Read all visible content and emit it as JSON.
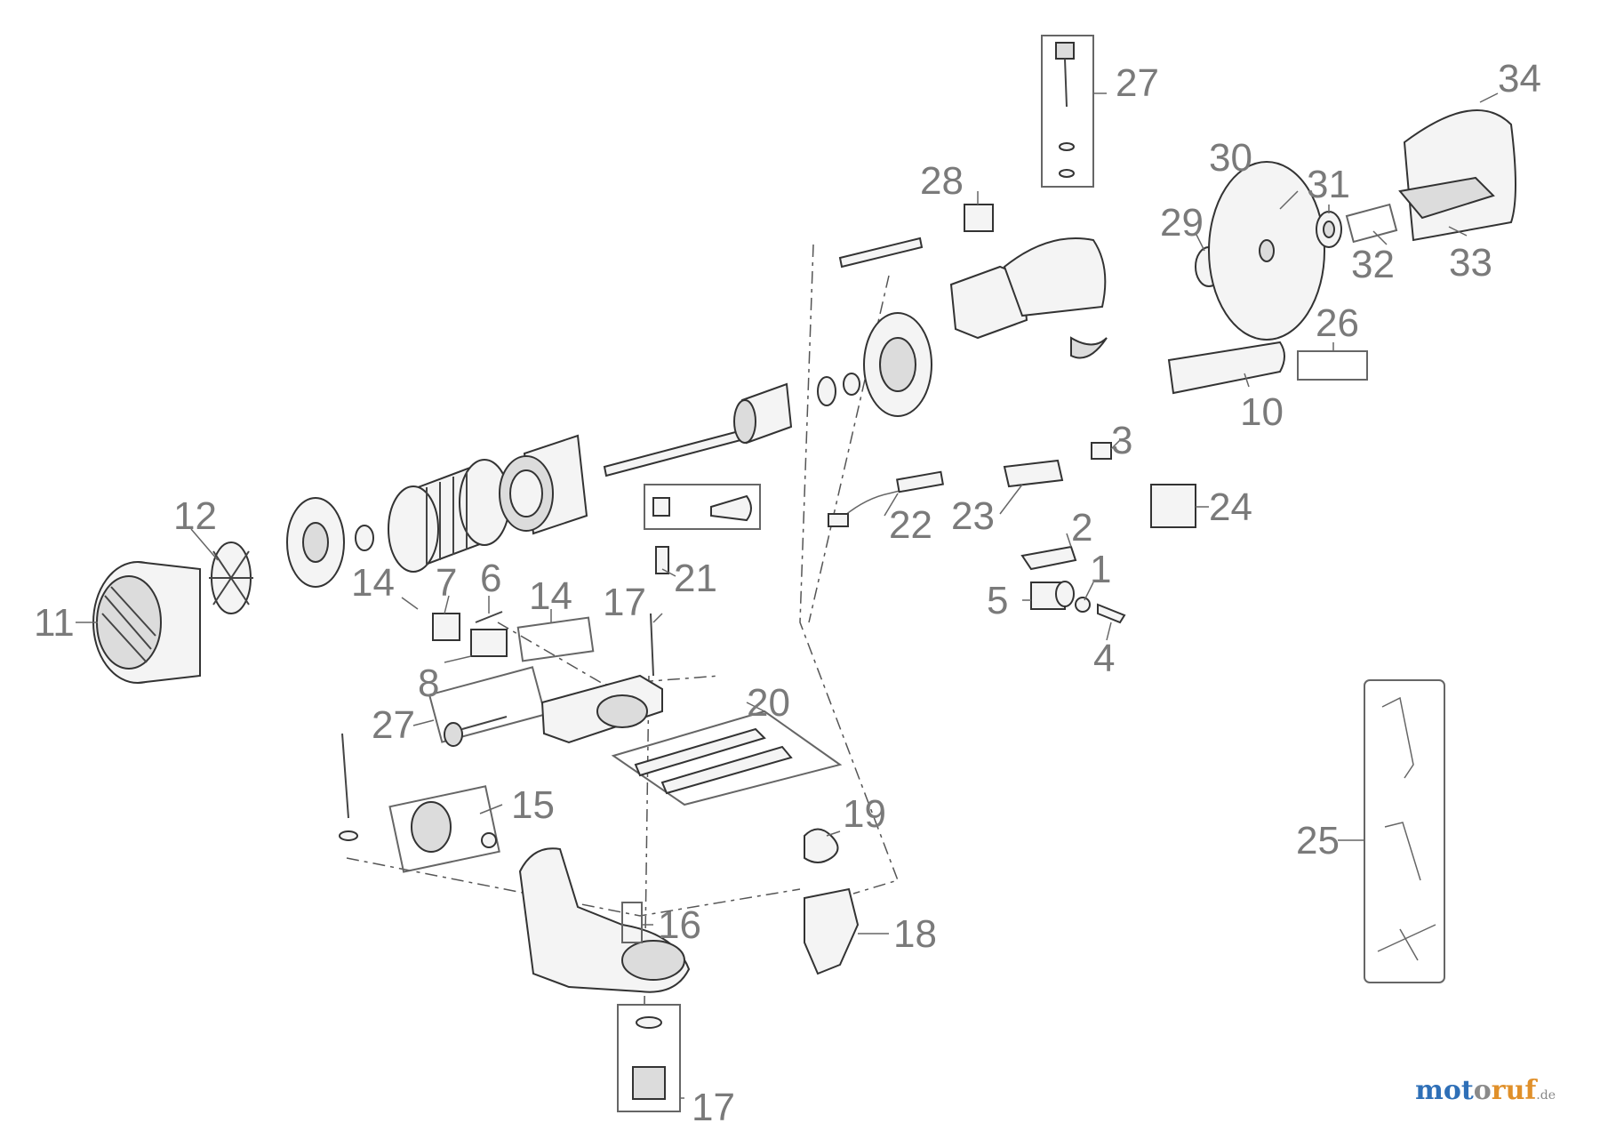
{
  "diagram": {
    "labels": {
      "p1": "1",
      "p2": "2",
      "p3": "3",
      "p4": "4",
      "p5": "5",
      "p6": "6",
      "p7": "7",
      "p8": "8",
      "p10": "10",
      "p11": "11",
      "p12": "12",
      "p14a": "14",
      "p14b": "14",
      "p15": "15",
      "p16": "16",
      "p17a": "17",
      "p17b": "17",
      "p18": "18",
      "p19": "19",
      "p20": "20",
      "p21": "21",
      "p22": "22",
      "p23": "23",
      "p24": "24",
      "p25": "25",
      "p26": "26",
      "p27a": "27",
      "p27b": "27",
      "p28": "28",
      "p29": "29",
      "p30": "30",
      "p31": "31",
      "p32": "32",
      "p33": "33",
      "p34": "34"
    }
  },
  "watermark": {
    "a": "mot",
    "b": "o",
    "c": "ruf",
    "d": ".de"
  },
  "colors": {
    "label": "#7a7a7a",
    "line": "#333333",
    "brand_blue": "#2e6fb7",
    "brand_orange": "#e0902a"
  }
}
